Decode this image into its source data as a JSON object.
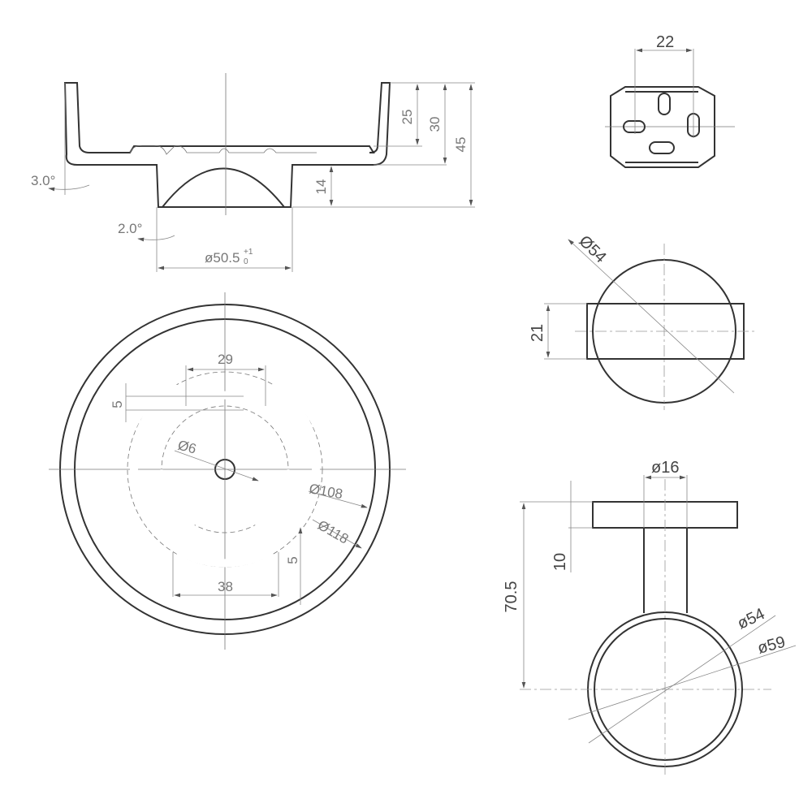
{
  "drawing": {
    "section_view": {
      "dims": {
        "depth_inner": "25",
        "depth_floor": "30",
        "total_height": "45",
        "boss_height": "14",
        "draft_outer": "3.0°",
        "draft_boss": "2.0°",
        "boss_diameter": "ø50.5",
        "boss_tol_upper": "+1",
        "boss_tol_lower": "0"
      }
    },
    "plan_view": {
      "dims": {
        "slot_span_top": "29",
        "slot_width_top": "5",
        "center_hole": "Ø6",
        "pcd_inner": "Ø108",
        "outer_dia": "Ø118",
        "slot_span_bottom": "38",
        "slot_width_bottom": "5"
      }
    },
    "bracket_view": {
      "dims": {
        "width": "22"
      }
    },
    "disc_view": {
      "dims": {
        "diameter": "Ø54",
        "thickness": "21"
      }
    },
    "holder_view": {
      "dims": {
        "stem_diameter": "ø16",
        "flange_thickness": "10",
        "center_height": "70.5",
        "ring_inner": "ø54",
        "ring_outer": "ø59"
      }
    }
  }
}
